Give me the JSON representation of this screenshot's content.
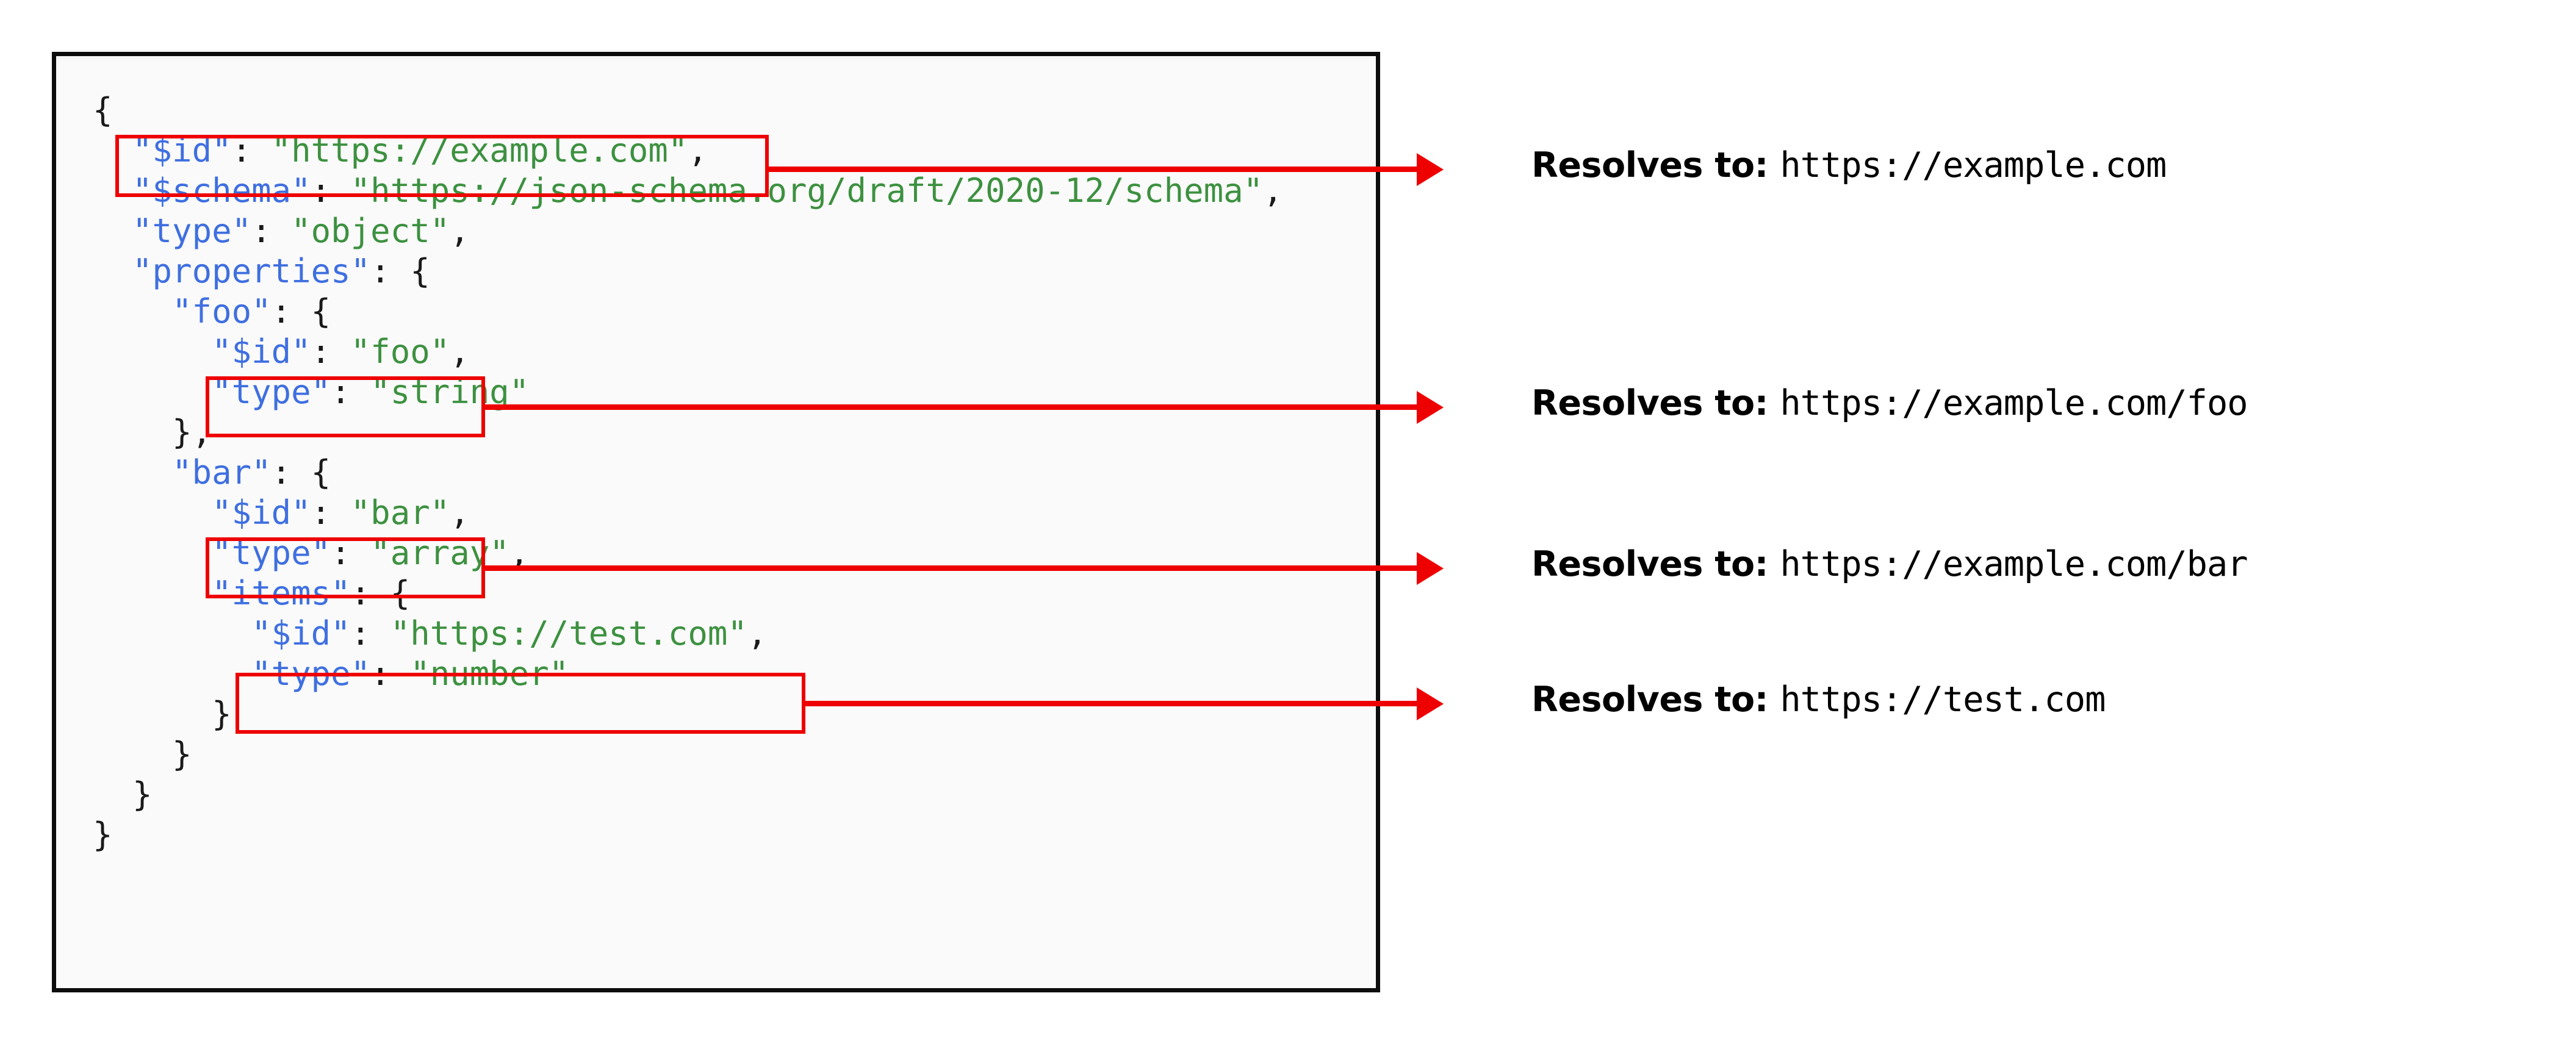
{
  "code_block": {
    "language": "json",
    "lines": [
      [
        {
          "t": "{",
          "c": "p"
        }
      ],
      [
        {
          "t": "  ",
          "c": "p"
        },
        {
          "t": "\"$id\"",
          "c": "k"
        },
        {
          "t": ": ",
          "c": "p"
        },
        {
          "t": "\"https://example.com\"",
          "c": "s"
        },
        {
          "t": ",",
          "c": "p"
        }
      ],
      [
        {
          "t": "  ",
          "c": "p"
        },
        {
          "t": "\"$schema\"",
          "c": "k"
        },
        {
          "t": ": ",
          "c": "p"
        },
        {
          "t": "\"https://json-schema.org/draft/2020-12/schema\"",
          "c": "s"
        },
        {
          "t": ",",
          "c": "p"
        }
      ],
      [
        {
          "t": "  ",
          "c": "p"
        },
        {
          "t": "\"type\"",
          "c": "k"
        },
        {
          "t": ": ",
          "c": "p"
        },
        {
          "t": "\"object\"",
          "c": "s"
        },
        {
          "t": ",",
          "c": "p"
        }
      ],
      [
        {
          "t": "  ",
          "c": "p"
        },
        {
          "t": "\"properties\"",
          "c": "k"
        },
        {
          "t": ": {",
          "c": "p"
        }
      ],
      [
        {
          "t": "    ",
          "c": "p"
        },
        {
          "t": "\"foo\"",
          "c": "k"
        },
        {
          "t": ": {",
          "c": "p"
        }
      ],
      [
        {
          "t": "      ",
          "c": "p"
        },
        {
          "t": "\"$id\"",
          "c": "k"
        },
        {
          "t": ": ",
          "c": "p"
        },
        {
          "t": "\"foo\"",
          "c": "s"
        },
        {
          "t": ",",
          "c": "p"
        }
      ],
      [
        {
          "t": "      ",
          "c": "p"
        },
        {
          "t": "\"type\"",
          "c": "k"
        },
        {
          "t": ": ",
          "c": "p"
        },
        {
          "t": "\"string\"",
          "c": "s"
        }
      ],
      [
        {
          "t": "    },",
          "c": "p"
        }
      ],
      [
        {
          "t": "    ",
          "c": "p"
        },
        {
          "t": "\"bar\"",
          "c": "k"
        },
        {
          "t": ": {",
          "c": "p"
        }
      ],
      [
        {
          "t": "      ",
          "c": "p"
        },
        {
          "t": "\"$id\"",
          "c": "k"
        },
        {
          "t": ": ",
          "c": "p"
        },
        {
          "t": "\"bar\"",
          "c": "s"
        },
        {
          "t": ",",
          "c": "p"
        }
      ],
      [
        {
          "t": "      ",
          "c": "p"
        },
        {
          "t": "\"type\"",
          "c": "k"
        },
        {
          "t": ": ",
          "c": "p"
        },
        {
          "t": "\"array\"",
          "c": "s"
        },
        {
          "t": ",",
          "c": "p"
        }
      ],
      [
        {
          "t": "      ",
          "c": "p"
        },
        {
          "t": "\"items\"",
          "c": "k"
        },
        {
          "t": ": {",
          "c": "p"
        }
      ],
      [
        {
          "t": "        ",
          "c": "p"
        },
        {
          "t": "\"$id\"",
          "c": "k"
        },
        {
          "t": ": ",
          "c": "p"
        },
        {
          "t": "\"https://test.com\"",
          "c": "s"
        },
        {
          "t": ",",
          "c": "p"
        }
      ],
      [
        {
          "t": "        ",
          "c": "p"
        },
        {
          "t": "\"type\"",
          "c": "k"
        },
        {
          "t": ": ",
          "c": "p"
        },
        {
          "t": "\"number\"",
          "c": "s"
        }
      ],
      [
        {
          "t": "      }",
          "c": "p"
        }
      ],
      [
        {
          "t": "    }",
          "c": "p"
        }
      ],
      [
        {
          "t": "  }",
          "c": "p"
        }
      ],
      [
        {
          "t": "}",
          "c": "p"
        }
      ]
    ]
  },
  "colors": {
    "key": "#3f6fe0",
    "string": "#3d9140",
    "punctuation": "#1a1a1a",
    "highlight": "#ee0000",
    "panel_border": "#0d0d0d",
    "panel_background": "#fafafa",
    "page_background": "#ffffff"
  },
  "annotations": [
    {
      "lead": "Resolves to:",
      "url": "https://example.com",
      "source_line": 1,
      "source_key": "$id",
      "source_value": "https://example.com"
    },
    {
      "lead": "Resolves to:",
      "url": "https://example.com/foo",
      "source_line": 6,
      "source_key": "$id",
      "source_value": "foo"
    },
    {
      "lead": "Resolves to:",
      "url": "https://example.com/bar",
      "source_line": 10,
      "source_key": "$id",
      "source_value": "bar"
    },
    {
      "lead": "Resolves to:",
      "url": "https://test.com",
      "source_line": 13,
      "source_key": "$id",
      "source_value": "https://test.com"
    }
  ]
}
